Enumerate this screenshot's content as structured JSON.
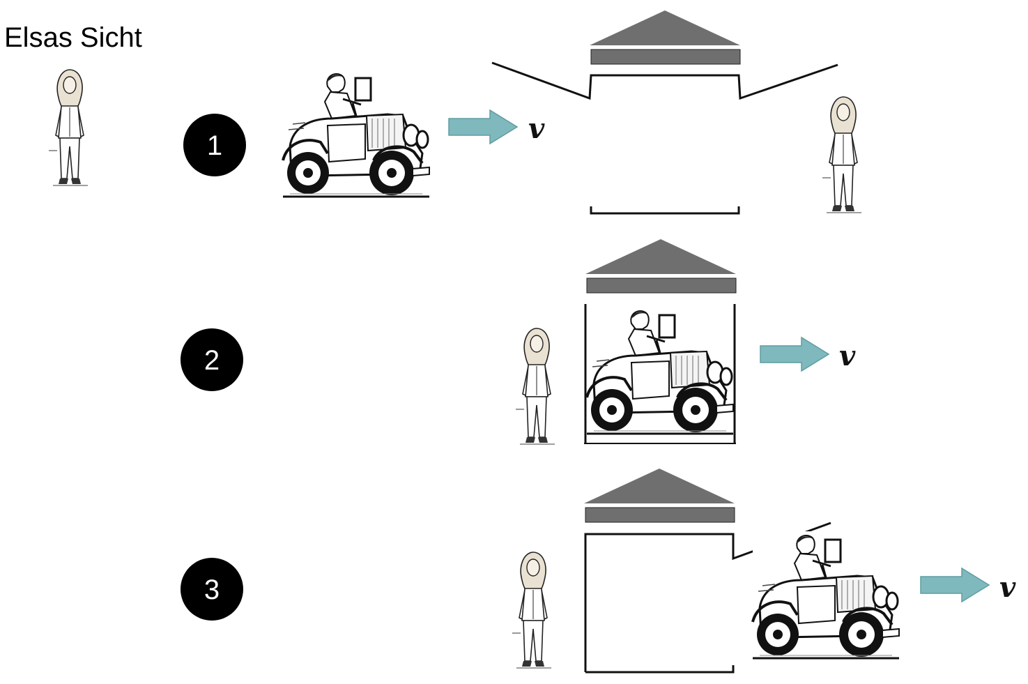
{
  "title": "Elsas Sicht",
  "steps": [
    {
      "number": "1",
      "velocity_label": "v"
    },
    {
      "number": "2",
      "velocity_label": "v"
    },
    {
      "number": "3",
      "velocity_label": "v"
    }
  ],
  "colors": {
    "arrow_fill": "#7fb9bd",
    "arrow_stroke": "#5e9da2",
    "roof_fill": "#6f6f6f",
    "step_circle": "#000000"
  }
}
